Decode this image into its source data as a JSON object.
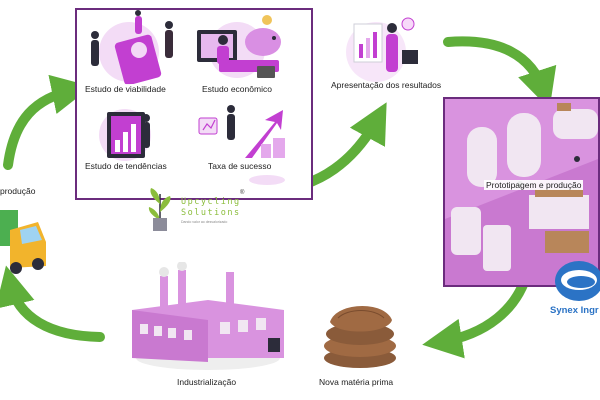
{
  "main_panel": {
    "viabilidade": "Estudo de viabilidade",
    "economico": "Estudo econômico",
    "tendencias": "Estudo de tendências",
    "sucesso": "Taxa de sucesso"
  },
  "logo": {
    "line1": "Upcycling",
    "line2": "Solutions",
    "registered": "®",
    "tagline": "Dando valor ao desvalorizado"
  },
  "steps": {
    "apresentacao": "Apresentação dos resultados",
    "prototipagem": "Prototipagem e produção",
    "nova_materia": "Nova matéria prima",
    "industrializacao": "Industrialização",
    "producao_cut": "produção"
  },
  "partner": {
    "name": "Synex Ingr"
  },
  "colors": {
    "frame": "#6b2c7d",
    "arrow_green": "#5fae3a",
    "factory_pink": "#d993df",
    "logo_green": "#8bbd3c",
    "partner_blue": "#2b73c5"
  }
}
